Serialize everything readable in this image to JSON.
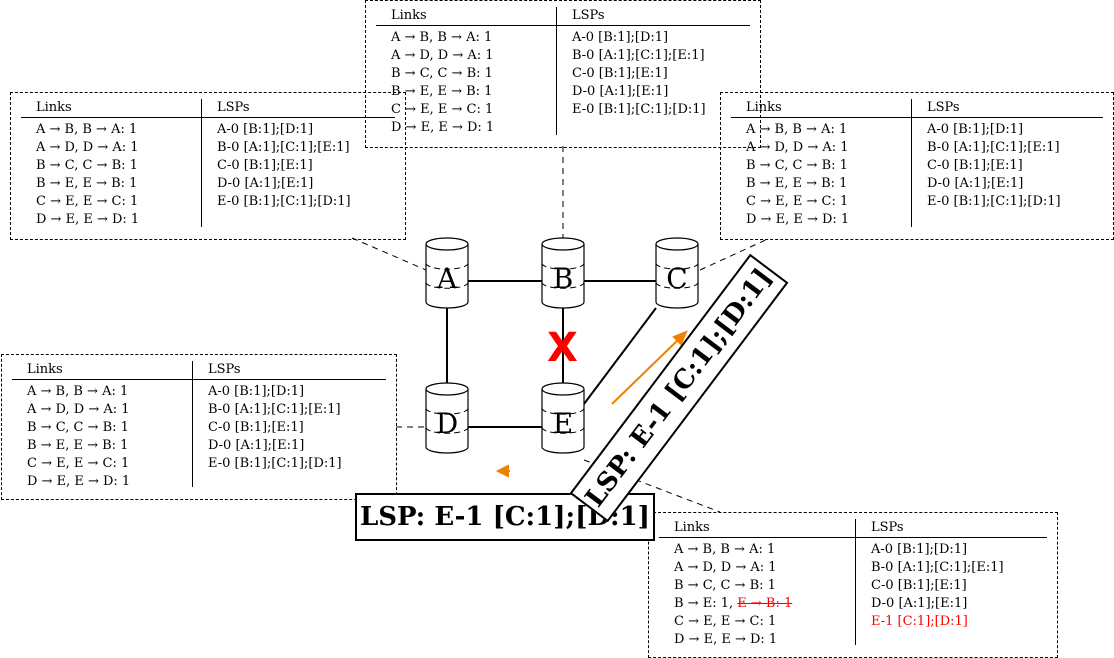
{
  "headers": {
    "links": "Links",
    "lsps": "LSPs"
  },
  "links_default": [
    "A → B, B → A: 1",
    "A → D, D → A: 1",
    "B → C, C → B: 1",
    "B → E, E → B: 1",
    "C → E, E → C: 1",
    "D → E, E → D: 1"
  ],
  "lsps_default": [
    "A-0 [B:1];[D:1]",
    "B-0 [A:1];[C:1];[E:1]",
    "C-0 [B:1];[E:1]",
    "D-0 [A:1];[E:1]",
    "E-0 [B:1];[C:1];[D:1]"
  ],
  "e_table": {
    "links": [
      "A → B, B → A: 1",
      "A → D, D → A: 1",
      "B → C, C → B: 1",
      "B → E: 1, ",
      "C → E, E → C: 1",
      "D → E, E → D: 1"
    ],
    "struck_part": "E → B: 1",
    "lsps": [
      "A-0 [B:1];[D:1]",
      "B-0 [A:1];[C:1];[E:1]",
      "C-0 [B:1];[E:1]",
      "D-0 [A:1];[E:1]",
      "E-1 [C:1];[D:1]"
    ]
  },
  "nodes": {
    "A": "A",
    "B": "B",
    "C": "C",
    "D": "D",
    "E": "E"
  },
  "failure_mark": "X",
  "lsp_message": "LSP: E-1 [C:1];[D:1]",
  "colors": {
    "failure": "#ff0000",
    "arrow": "#f08000",
    "updated": "#ff0000"
  }
}
